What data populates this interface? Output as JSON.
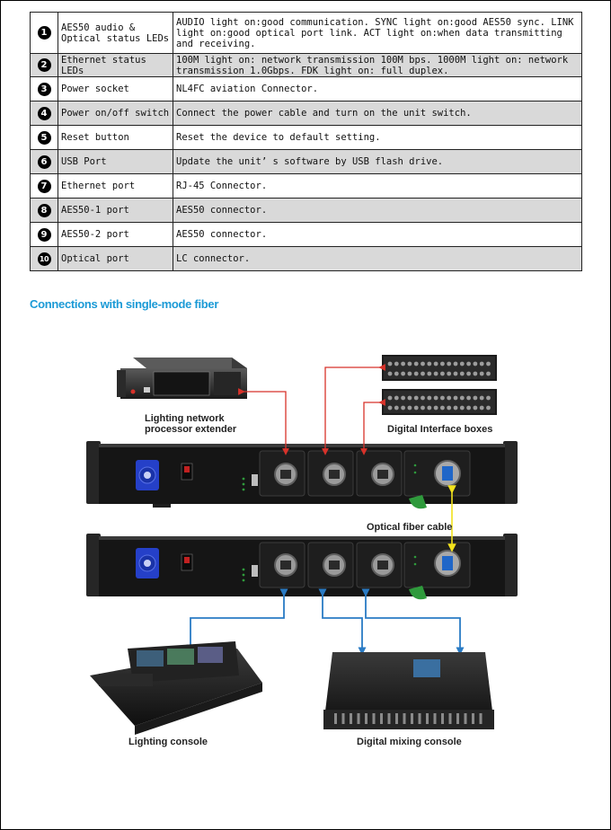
{
  "table": {
    "rows": [
      {
        "num": "1",
        "name": "AES50 audio & Optical status LEDs",
        "desc": "AUDIO light on:good communication. SYNC light on:good AES50 sync. LINK light on:good optical port link. ACT light on:when data transmitting and receiving."
      },
      {
        "num": "2",
        "name": "Ethernet status LEDs",
        "desc": "100M light on: network transmission 100M bps. 1000M light on: network transmission 1.0Gbps. FDK light on: full duplex."
      },
      {
        "num": "3",
        "name": "Power socket",
        "desc": "NL4FC aviation Connector."
      },
      {
        "num": "4",
        "name": "Power on/off switch",
        "desc": "Connect the power cable and turn on the unit switch."
      },
      {
        "num": "5",
        "name": "Reset button",
        "desc": "Reset the device to default setting."
      },
      {
        "num": "6",
        "name": "USB Port",
        "desc": "Update the unit’ s software by USB flash drive."
      },
      {
        "num": "7",
        "name": "Ethernet port",
        "desc": "RJ-45 Connector."
      },
      {
        "num": "8",
        "name": "AES50-1 port",
        "desc": "AES50 connector."
      },
      {
        "num": "9",
        "name": "AES50-2 port",
        "desc": "AES50 connector."
      },
      {
        "num": "10",
        "name": "Optical port",
        "desc": "LC connector."
      }
    ]
  },
  "section_title": "Connections with single-mode fiber",
  "diagram": {
    "labels": {
      "processor_line1": "Lighting network",
      "processor_line2": "processor extender",
      "interface_boxes": "Digital Interface boxes",
      "fiber_cable": "Optical fiber cable",
      "lighting_console": "Lighting console",
      "mixing_console": "Digital mixing console"
    },
    "colors": {
      "red_cable": "#d8322a",
      "blue_cable": "#2a7bc4",
      "yellow_cable": "#f2e21c",
      "power_connector": "#2540c8",
      "fiber_clip": "#2f9a3c"
    }
  }
}
